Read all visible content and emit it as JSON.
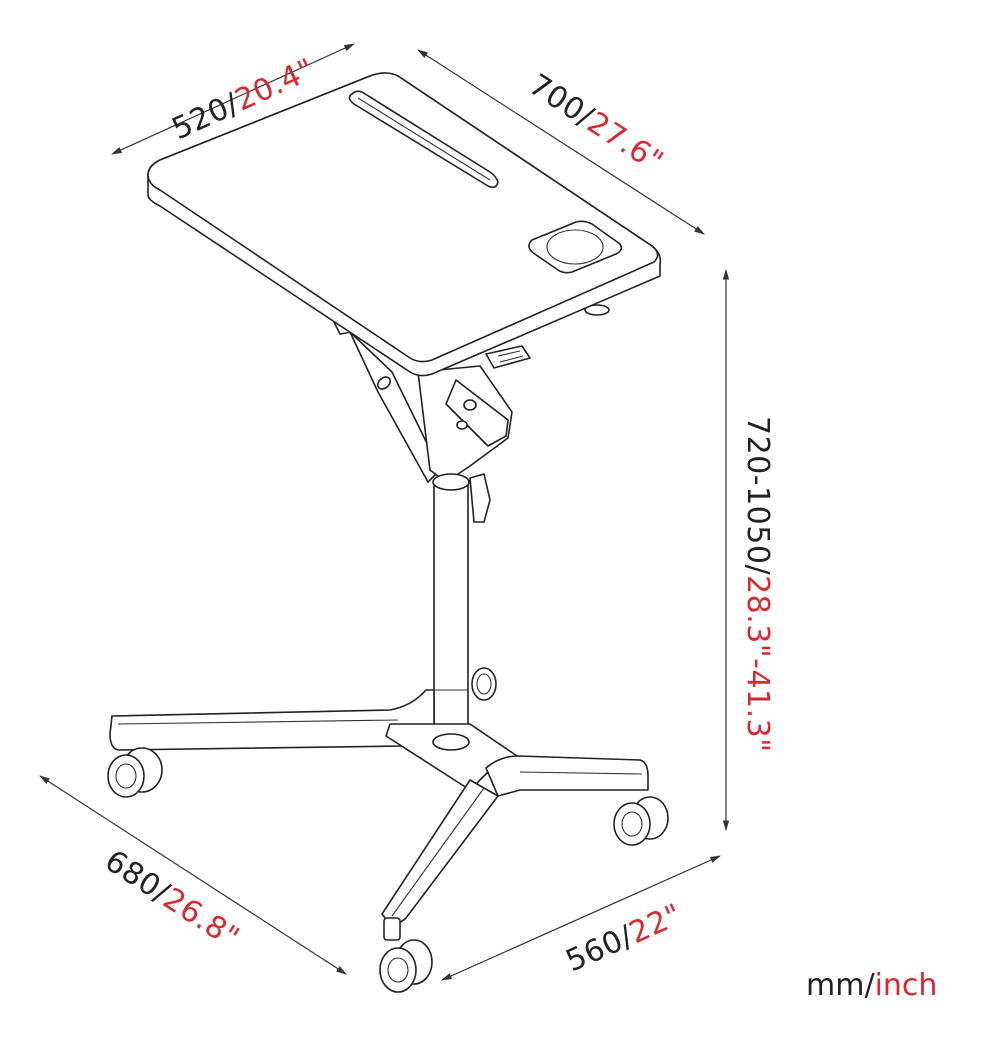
{
  "diagram": {
    "subject": "Mobile height-adjustable laptop desk on casters",
    "accent_color": "#d9282f",
    "text_color": "#222222",
    "dimensions": {
      "width_top": {
        "mm": "520",
        "sep": "/",
        "inch": "20.4\""
      },
      "depth_top": {
        "mm": "700",
        "sep": "/",
        "inch": "27.6\""
      },
      "height": {
        "mm": "720-1050",
        "sep": "/",
        "inch": "28.3\"-41.3\""
      },
      "base_depth": {
        "mm": "680",
        "sep": "/",
        "inch": "26.8\""
      },
      "base_width": {
        "mm": "560",
        "sep": "/",
        "inch": "22\""
      }
    },
    "legend": {
      "mm": "mm",
      "sep": "/",
      "inch": "inch"
    },
    "components": [
      "tilting-desktop",
      "pen-slot",
      "cup-holder",
      "gas-spring",
      "tilt-lever",
      "height-lever",
      "column",
      "three-leg-base",
      "caster-wheels"
    ]
  }
}
